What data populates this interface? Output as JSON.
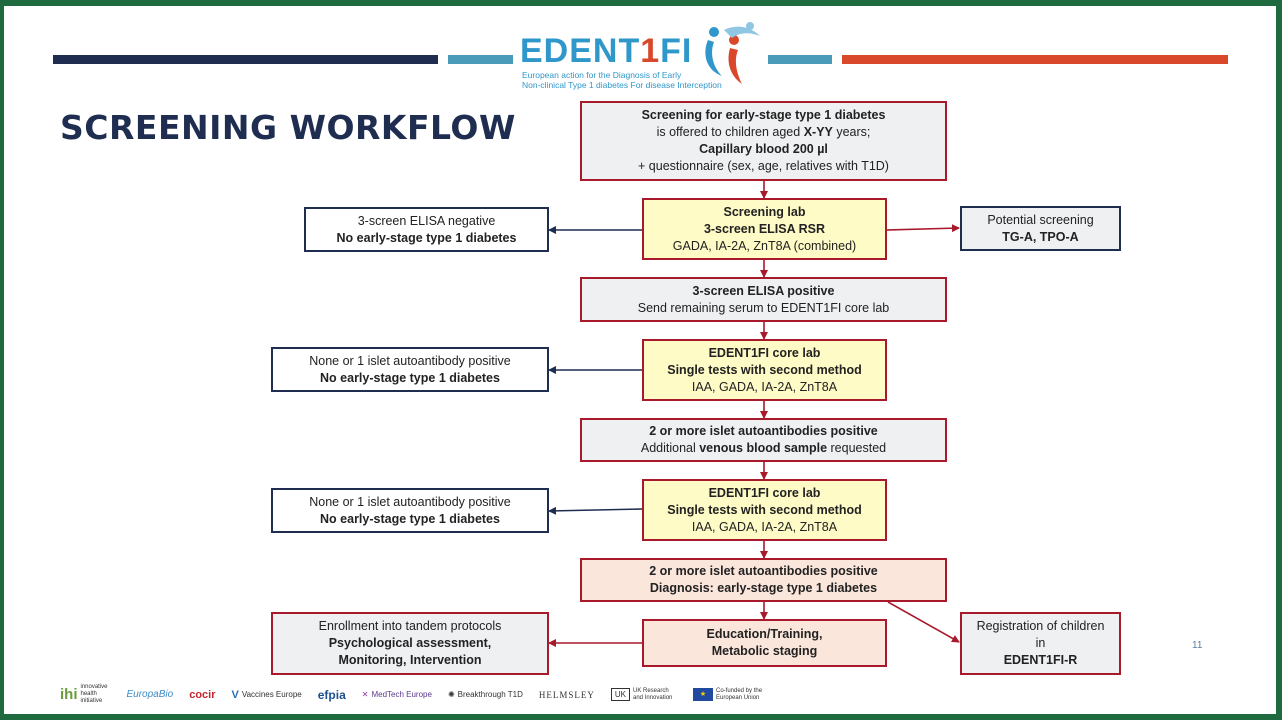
{
  "logo": {
    "word_a": "EDENT",
    "word_one": "1",
    "word_b": "FI",
    "subtitle_line1": "European action for the Diagnosis of Early",
    "subtitle_line2": "Non-clinical Type 1 diabetes For disease Interception"
  },
  "title": "SCREENING WORKFLOW",
  "colors": {
    "navy": "#1e2d50",
    "teal": "#4a9ab9",
    "orange": "#d9482b",
    "border_red": "#a8192b",
    "yellow_fill": "#fefbc6",
    "peach_fill": "#fbe6dc",
    "grey_fill": "#eef0f2"
  },
  "boxes": {
    "offer": {
      "line1": "Screening for early-stage type 1 diabetes",
      "line2a": "is offered to children aged ",
      "line2b": "X-YY",
      "line2c": " years;",
      "line3": "Capillary blood 200 µl",
      "line4": "+ questionnaire (sex, age, relatives with T1D)"
    },
    "screening_lab": {
      "line1": "Screening lab",
      "line2": "3-screen ELISA RSR",
      "line3": "GADA, IA-2A, ZnT8A (combined)"
    },
    "elisa_negative": {
      "line1": "3-screen ELISA negative",
      "line2": "No early-stage type 1 diabetes"
    },
    "potential": {
      "line1": "Potential screening",
      "line2": "TG-A, TPO-A"
    },
    "elisa_positive": {
      "line1": "3-screen ELISA positive",
      "line2": "Send remaining serum to EDENT1FI core lab"
    },
    "core_lab_1": {
      "line1": "EDENT1FI core lab",
      "line2": "Single tests with second method",
      "line3": "IAA, GADA, IA-2A, ZnT8A"
    },
    "none_one_1": {
      "line1": "None or 1 islet autoantibody positive",
      "line2": "No early-stage type 1 diabetes"
    },
    "two_more_1": {
      "line1": "2 or more islet autoantibodies positive",
      "line2a": "Additional ",
      "line2b": "venous blood sample",
      "line2c": " requested"
    },
    "core_lab_2": {
      "line1": "EDENT1FI core lab",
      "line2": "Single tests with second method",
      "line3": "IAA, GADA, IA-2A, ZnT8A"
    },
    "none_one_2": {
      "line1": "None or 1 islet autoantibody positive",
      "line2": "No early-stage type 1 diabetes"
    },
    "diagnosis": {
      "line1": "2 or more islet autoantibodies positive",
      "line2": "Diagnosis: early-stage type 1 diabetes"
    },
    "education": {
      "line1": "Education/Training,",
      "line2": "Metabolic staging"
    },
    "enrollment": {
      "line1": "Enrollment into tandem protocols",
      "line2": "Psychological assessment,",
      "line3": "Monitoring, Intervention"
    },
    "registration": {
      "line1": "Registration of children",
      "line2": "in",
      "line3": "EDENT1FI-R"
    }
  },
  "page_number": "11",
  "sponsors": {
    "ihi": "ihi",
    "ihi_text": "innovative health initiative",
    "europabio": "EuropaBio",
    "cocir": "cocir",
    "vaccines": "Vaccines Europe",
    "efpia": "efpia",
    "medtech": "MedTech Europe",
    "breakthrough": "Breakthrough T1D",
    "helmsley": "HELMSLEY",
    "ukri": "UK Research and Innovation",
    "eu": "Co-funded by the European Union"
  }
}
